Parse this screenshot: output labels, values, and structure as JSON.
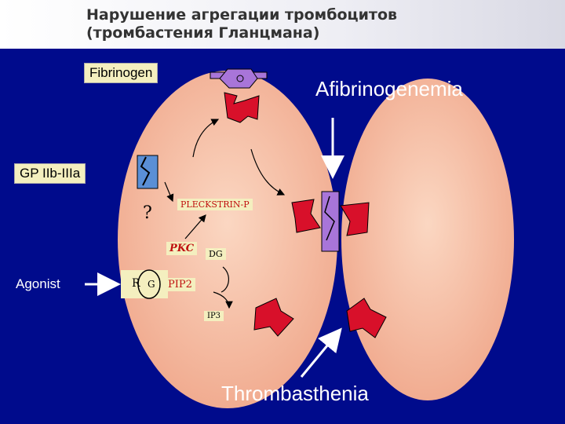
{
  "title": {
    "line1": "Нарушение агрегации тромбоцитов",
    "line2": "(тромбастения Гланцмана)"
  },
  "labels": {
    "fibrinogen": "Fibrinogen",
    "gp": "GP IIb-IIIa",
    "agonist": "Agonist",
    "afibrinogenemia": "Afibrinogenemia",
    "thrombasthenia": "Thrombasthenia",
    "question": "?",
    "pleckstrin": "PLECKSTRIN-P",
    "pkc": "PKC",
    "dg": "DG",
    "pip2": "PIP2",
    "ip3": "IP3",
    "r": "R",
    "g": "G"
  },
  "colors": {
    "background": "#000b8c",
    "cell": "#f6c2a9",
    "receptor_red": "#d8102a",
    "receptor_purple": "#a875d9",
    "label_box": "#f4efbf"
  }
}
